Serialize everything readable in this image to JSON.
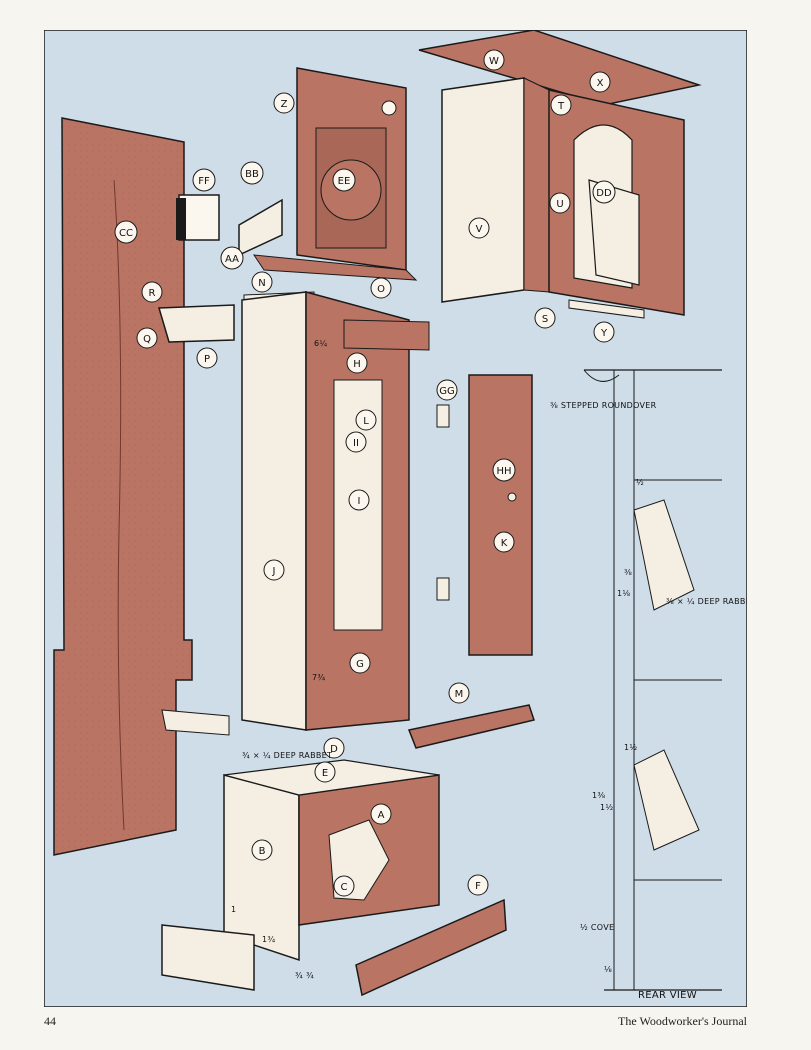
{
  "page_number": "44",
  "publication": "The Woodworker's Journal",
  "colors": {
    "background_panel": "#cfdde9",
    "wood": "#b97464",
    "wood_light": "#f5efe3",
    "ink": "#1a1a1a"
  },
  "part_labels": [
    "W",
    "X",
    "Z",
    "T",
    "U",
    "DD",
    "V",
    "EE",
    "BB",
    "FF",
    "CC",
    "AA",
    "S",
    "Y",
    "N",
    "O",
    "R",
    "Q",
    "P",
    "H",
    "GG",
    "L",
    "II",
    "I",
    "HH",
    "K",
    "J",
    "G",
    "M",
    "D",
    "E",
    "A",
    "B",
    "C",
    "F"
  ],
  "dimensions": [
    "6¼",
    "7¾",
    "1",
    "1¾",
    "¾",
    "¾",
    "½",
    "⅜",
    "1⅛",
    "1½",
    "1⅜",
    "1½",
    "⅛"
  ],
  "annotations": {
    "stepped_roundover": "⅜ STEPPED ROUNDOVER",
    "rabbet_deep": "⅜ × ¼ DEEP RABBET",
    "deep_rabbet_top": "¾ × ¼ DEEP RABBET",
    "cove": "½ COVE",
    "rear_view": "REAR VIEW"
  }
}
